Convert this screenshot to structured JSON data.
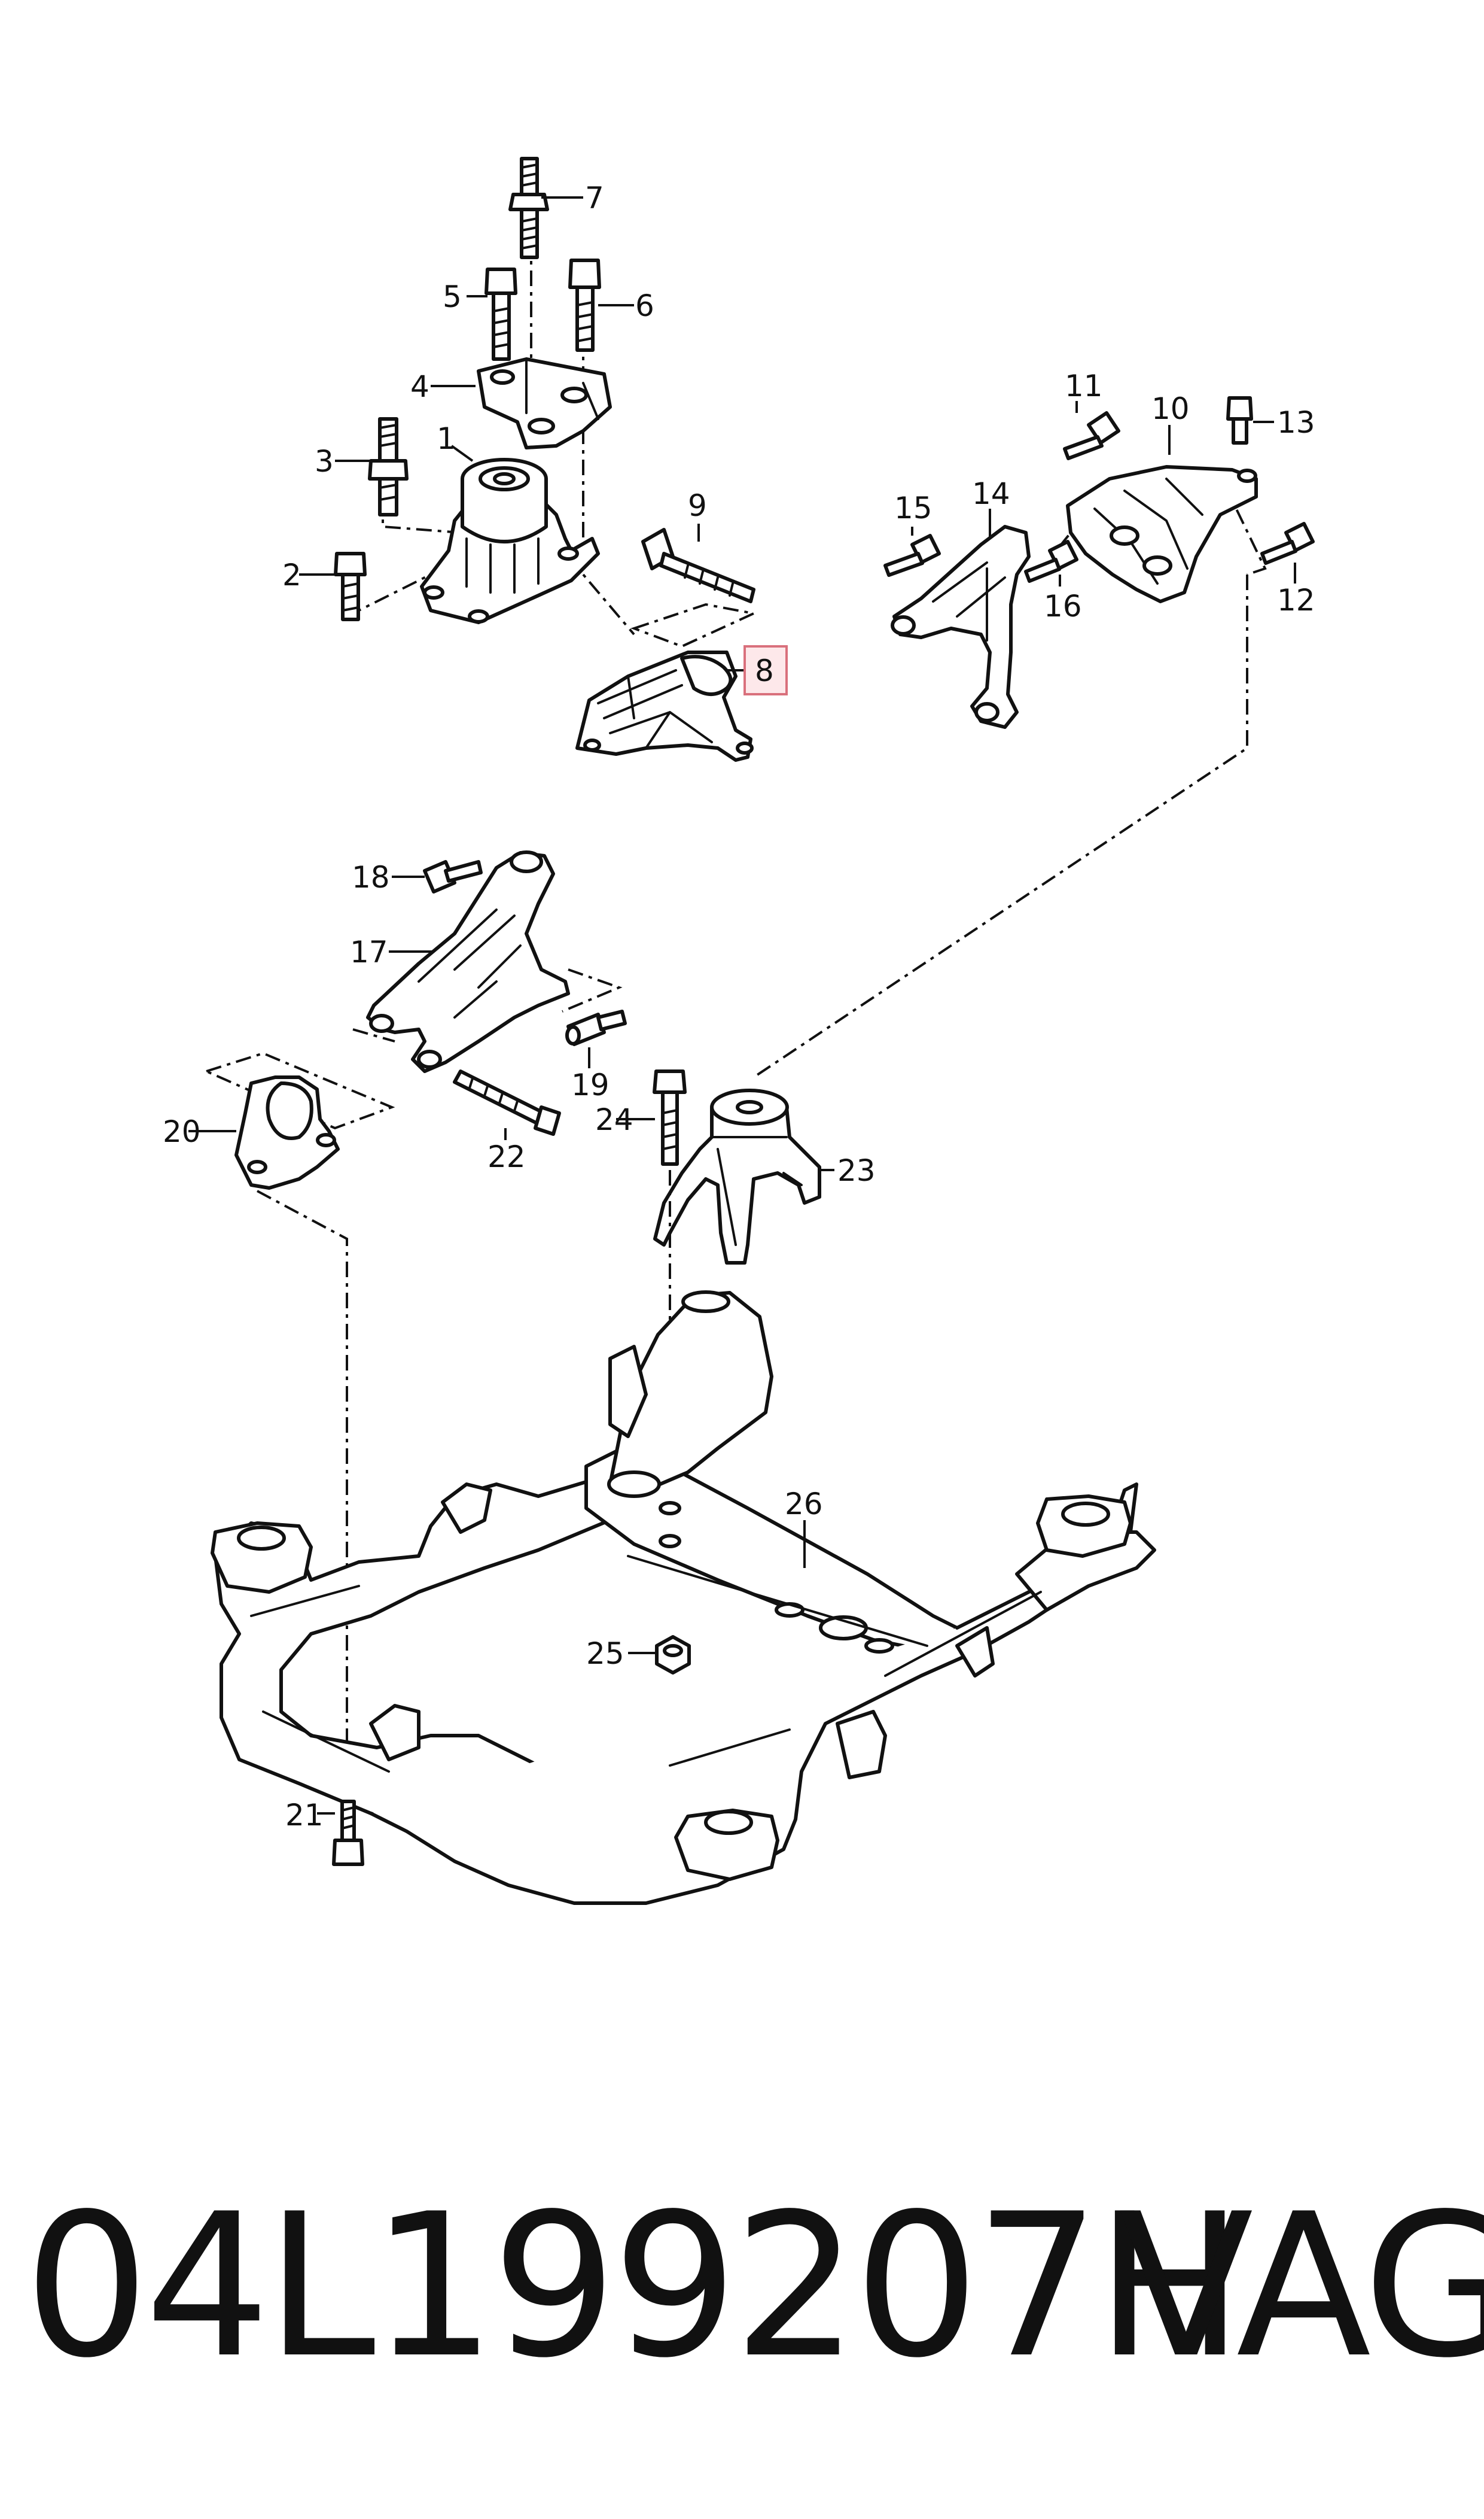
{
  "diagram": {
    "callouts": [
      "1",
      "2",
      "3",
      "4",
      "5",
      "6",
      "7",
      "8",
      "9",
      "10",
      "11",
      "12",
      "13",
      "14",
      "15",
      "16",
      "17",
      "18",
      "19",
      "20",
      "21",
      "22",
      "23",
      "24",
      "25",
      "26"
    ],
    "highlighted_callout": "8"
  },
  "footer": {
    "part_number": "04L199207H",
    "brand": "VAG"
  }
}
